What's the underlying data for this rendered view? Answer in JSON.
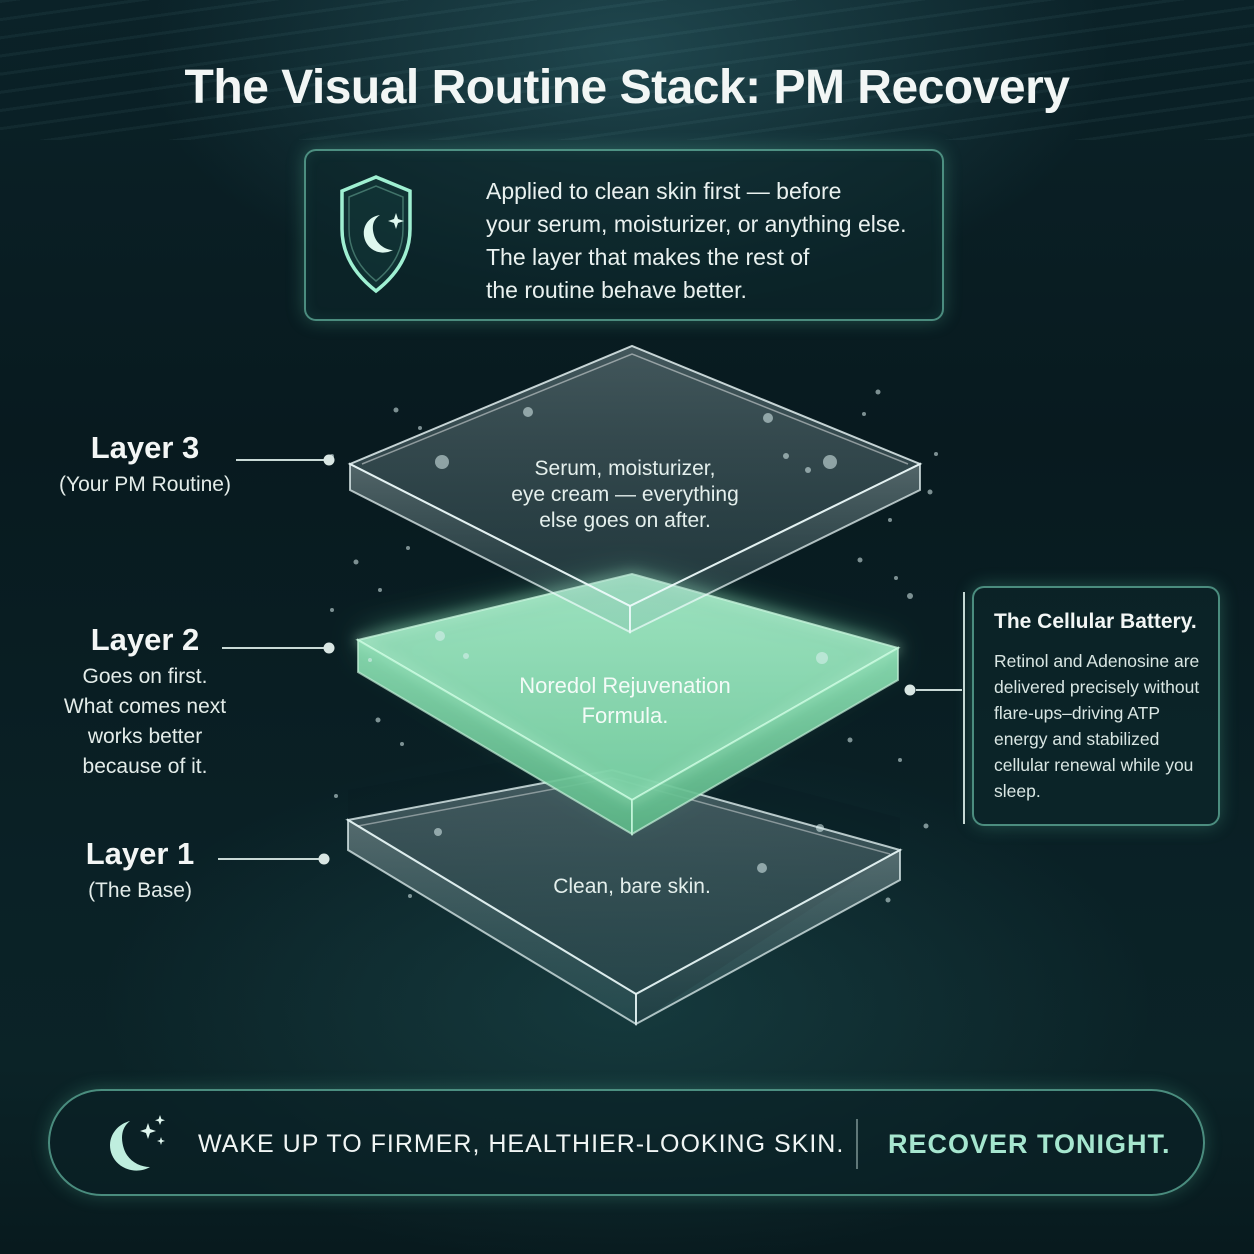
{
  "title": "The Visual Routine Stack: PM Recovery",
  "intro": {
    "icon": "shield-moon-icon",
    "lines": [
      "Applied to clean skin first — before",
      "your serum, moisturizer, or anything else.",
      "The layer that makes the rest of",
      "the routine behave better."
    ]
  },
  "layers": [
    {
      "title": "Layer 3",
      "sub_lines": [
        "(Your PM Routine)"
      ],
      "slab_lines": [
        "Serum, moisturizer,",
        "eye cream — everything",
        "else goes on after."
      ]
    },
    {
      "title": "Layer 2",
      "sub_lines": [
        "Goes on first.",
        "What comes next",
        "works better",
        "because of it."
      ],
      "slab_lines": [
        "Noredol Rejuvenation",
        "Formula."
      ]
    },
    {
      "title": "Layer 1",
      "sub_lines": [
        "(The Base)"
      ],
      "slab_lines": [
        "Clean, bare skin."
      ]
    }
  ],
  "callout": {
    "title": "The Cellular Battery.",
    "lines": [
      "Retinol and Adenosine are",
      "delivered precisely without",
      "flare-ups–driving ATP",
      "energy and stabilized",
      "cellular renewal while you",
      "sleep."
    ]
  },
  "footer": {
    "icon": "moon-stars-icon",
    "message": "WAKE UP TO FIRMER, HEALTHIER-LOOKING SKIN.",
    "cta": "RECOVER TONIGHT."
  },
  "colors": {
    "background": "#081a1f",
    "accent_glow": "#82e6c8",
    "active_slab": "#8fe0b8",
    "cta_text": "#a6e6cf"
  }
}
